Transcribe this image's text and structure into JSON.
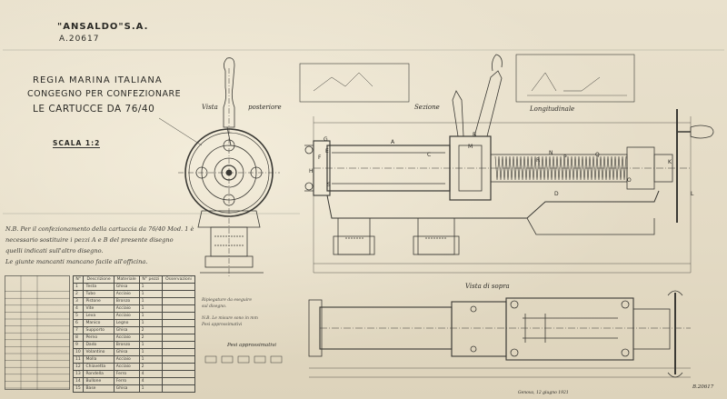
{
  "header": {
    "company": "\"ANSALDO\"S.A.",
    "drawing_ref": "A.20617",
    "title_line1": "REGIA MARINA ITALIANA",
    "title_line2": "CONGEGNO PER CONFEZIONARE",
    "title_line3": "LE CARTUCCE DA 76/40",
    "scale": "SCALA 1:2"
  },
  "view_labels": {
    "rear_view_a": "Vista",
    "rear_view_b": "posteriore",
    "section_a": "Sezione",
    "section_b": "Longitudinale",
    "top_view": "Vista di sopra"
  },
  "note": {
    "line1": "N.B. Per il confezionamento della cartuccia da 76/40 Mod. 1 è",
    "line2": "necessario sostituire i pezzi A e B del presente disegno",
    "line3": "quelli indicati sull'altro disegno.",
    "line4": "Le giunte mancanti mancano facile all'officina."
  },
  "parts_table": {
    "headers": [
      "N°",
      "Descrizione",
      "Materiale",
      "N° pezzi",
      "Osservazioni"
    ],
    "rows": [
      [
        "1",
        "Testa",
        "Ghisa",
        "1",
        ""
      ],
      [
        "2",
        "Tubo",
        "Acciaio",
        "1",
        ""
      ],
      [
        "3",
        "Pistone",
        "Bronzo",
        "1",
        ""
      ],
      [
        "4",
        "Vite",
        "Acciaio",
        "1",
        ""
      ],
      [
        "5",
        "Leva",
        "Acciaio",
        "1",
        ""
      ],
      [
        "6",
        "Manico",
        "Legno",
        "1",
        ""
      ],
      [
        "7",
        "Supporto",
        "Ghisa",
        "2",
        ""
      ],
      [
        "8",
        "Perno",
        "Acciaio",
        "2",
        ""
      ],
      [
        "9",
        "Dado",
        "Bronzo",
        "1",
        ""
      ],
      [
        "10",
        "Volantino",
        "Ghisa",
        "1",
        ""
      ],
      [
        "11",
        "Molla",
        "Acciaio",
        "1",
        ""
      ],
      [
        "12",
        "Chiavetta",
        "Acciaio",
        "2",
        ""
      ],
      [
        "13",
        "Rondella",
        "Ferro",
        "4",
        ""
      ],
      [
        "14",
        "Bullone",
        "Ferro",
        "4",
        ""
      ],
      [
        "15",
        "Base",
        "Ghisa",
        "1",
        ""
      ]
    ]
  },
  "left_table": {
    "headers": [
      "",
      "",
      ""
    ],
    "rows": 15
  },
  "middle_notes": {
    "line1": "Ripiegature da eseguire",
    "line2": "sul disegno.",
    "line3": "N.B. Le misure sono in mm",
    "line4": "Pesi approssimativi",
    "pesi_header": "Pesi approssimativi"
  },
  "part_letters": [
    "A",
    "B",
    "C",
    "D",
    "E",
    "F",
    "G",
    "H",
    "K",
    "L",
    "M",
    "N",
    "O",
    "P",
    "Q",
    "R",
    "S"
  ],
  "footer": {
    "stamp": "B.20617",
    "signature_line": "Genova, 12 giugno 1921"
  }
}
